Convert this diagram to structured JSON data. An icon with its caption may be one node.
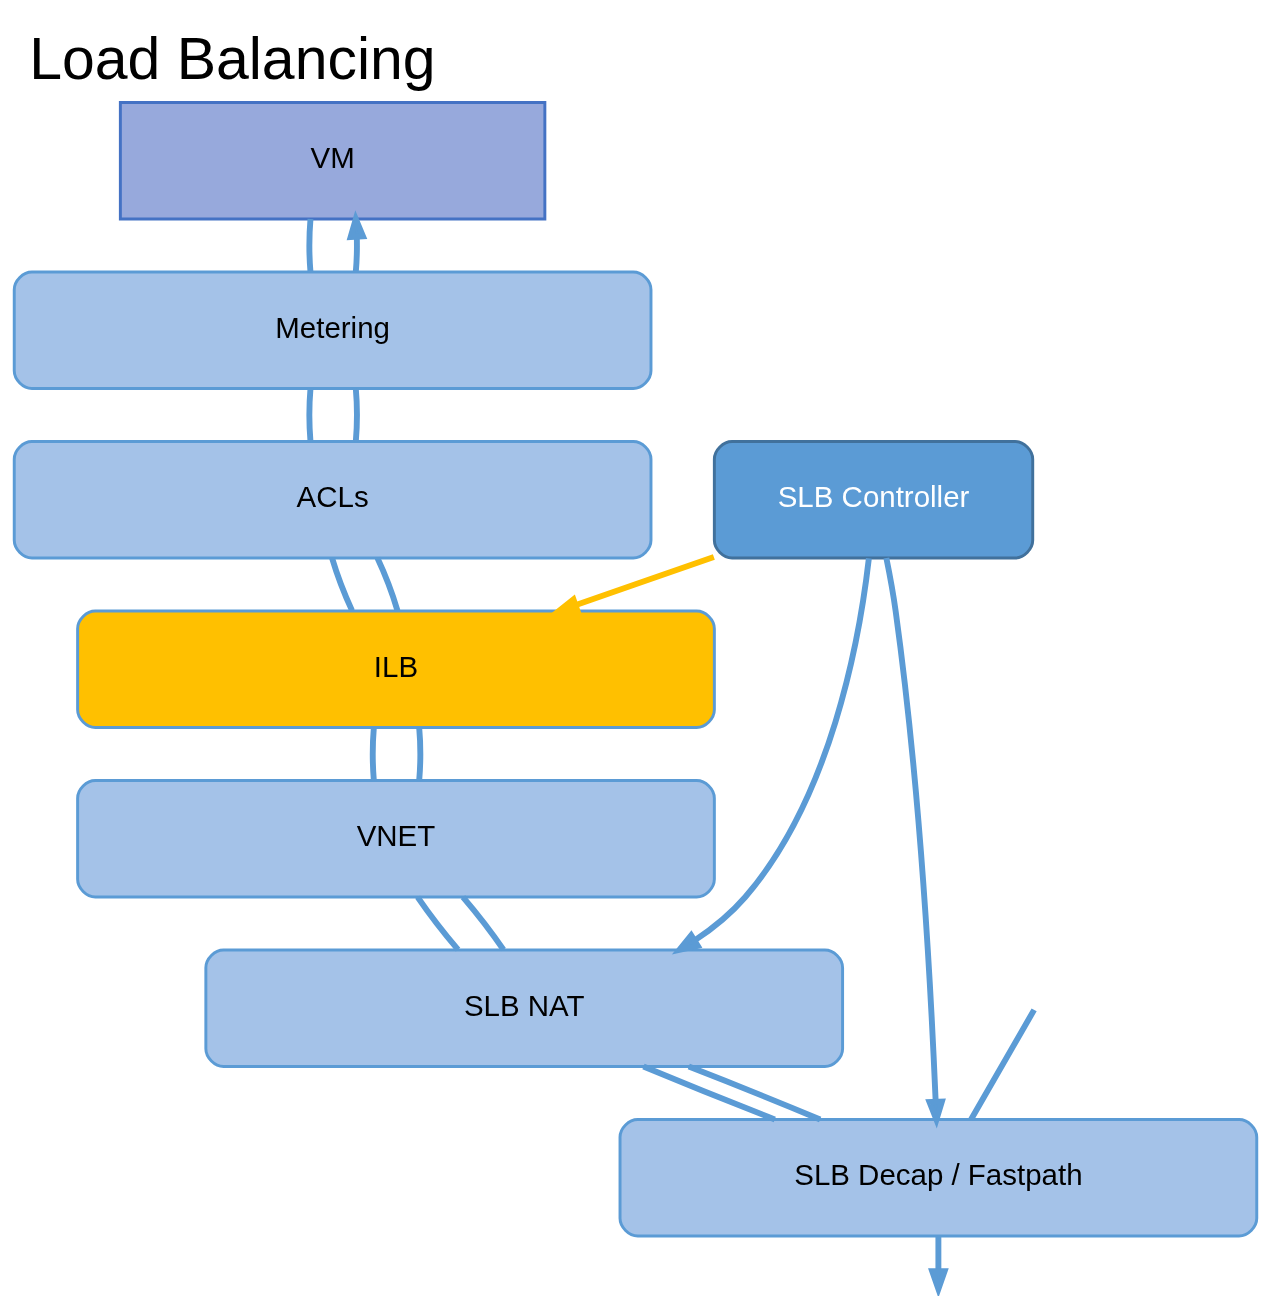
{
  "diagram": {
    "title": "Load Balancing",
    "nodes": [
      {
        "text": [
          "VM"
        ]
      },
      {
        "text": [
          "Metering"
        ]
      },
      {
        "text": [
          "ACLs"
        ]
      },
      {
        "text": [
          "ILB"
        ]
      },
      {
        "text": [
          "VNET"
        ]
      },
      {
        "text": [
          "SLB NAT"
        ]
      },
      {
        "text": [
          "SLB Decap / Fastpath"
        ]
      },
      {
        "text": [
          "SLB Controller"
        ]
      }
    ],
    "edges": [
      {
        "from": null,
        "to": 6,
        "arrow": "none"
      },
      {
        "from": 6,
        "to": 5,
        "arrow": "none"
      },
      {
        "from": 5,
        "to": 4,
        "arrow": "none"
      },
      {
        "from": 4,
        "to": 3,
        "arrow": "none"
      },
      {
        "from": 3,
        "to": 2,
        "arrow": "none"
      },
      {
        "from": 2,
        "to": 1,
        "arrow": "none"
      },
      {
        "from": 1,
        "to": 0,
        "arrow": "to"
      },
      {
        "from": 0,
        "to": 1,
        "arrow": "none"
      },
      {
        "from": 1,
        "to": 2,
        "arrow": "none"
      },
      {
        "from": 2,
        "to": 3,
        "arrow": "none"
      },
      {
        "from": 3,
        "to": 4,
        "arrow": "none"
      },
      {
        "from": 4,
        "to": 5,
        "arrow": "none"
      },
      {
        "from": 5,
        "to": 6,
        "arrow": "none"
      },
      {
        "from": 6,
        "to": null,
        "arrow": "to"
      },
      {
        "from": 7,
        "to": 3,
        "arrow": "to",
        "color": "#ffc000"
      },
      {
        "from": 7,
        "to": 5,
        "arrow": "to"
      },
      {
        "from": 7,
        "to": 6,
        "arrow": "to"
      }
    ]
  }
}
